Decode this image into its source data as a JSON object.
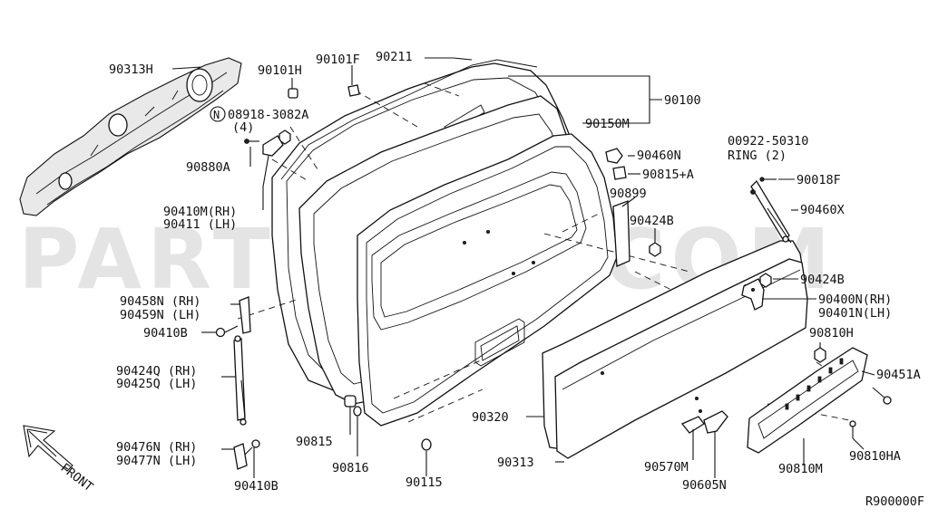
{
  "watermark": "PARTSOUQ.COM",
  "diagram_code": "R900000F",
  "direction_label": "FRONT",
  "labels": {
    "p90313H": "90313H",
    "p90101H": "90101H",
    "p90101F": "90101F",
    "p90211": "90211",
    "p90100": "90100",
    "p90150M": "90150M",
    "p08918": "08918-3082A",
    "p08918_qty": "(4)",
    "n_symbol": "N",
    "p90880A": "90880A",
    "p90410M": "90410M(RH)",
    "p90411": "90411 (LH)",
    "p90460N": "90460N",
    "p90815A": "90815+A",
    "p00922": "00922-50310",
    "p00922_ring": "RING (2)",
    "p90018F": "90018F",
    "p90899": "90899",
    "p90460X": "90460X",
    "p90424B_1": "90424B",
    "p90424B_2": "90424B",
    "p90400N": "90400N(RH)",
    "p90401N": "90401N(LH)",
    "p90458N": "90458N (RH)",
    "p90459N": "90459N (LH)",
    "p90410B_1": "90410B",
    "p90424Q": "90424Q (RH)",
    "p90425Q": "90425Q (LH)",
    "p90810H": "90810H",
    "p90451A": "90451A",
    "p90320": "90320",
    "p90815": "90815",
    "p90816": "90816",
    "p90476N": "90476N (RH)",
    "p90477N": "90477N (LH)",
    "p90410B_2": "90410B",
    "p90115": "90115",
    "p90313": "90313",
    "p90570M": "90570M",
    "p90605N": "90605N",
    "p90810M": "90810M",
    "p90810HA": "90810HA"
  }
}
